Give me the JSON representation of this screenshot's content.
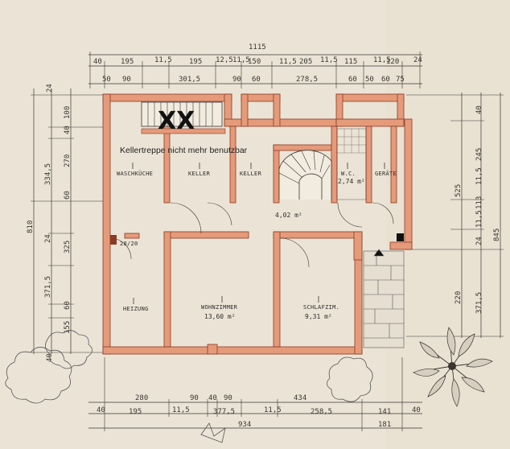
{
  "plan": {
    "note": "Kellertreppe nicht mehr benutzbar",
    "marks": "XX",
    "rooms": {
      "waschkueche": "WASCHKÜCHE",
      "keller1": "KELLER",
      "keller2": "KELLER",
      "wc": "W.C.",
      "wc_area": "2,74 m²",
      "geraete": "GERÄTE",
      "flur_area": "4,02 m²",
      "heizung": "HEIZUNG",
      "wohnzimmer": "WOHNZIMMER",
      "wohnzimmer_area": "13,60 m²",
      "schlafzim": "SCHLAFZIM.",
      "schlafzim_area": "9,31 m²",
      "chimney": "20/20"
    },
    "dims_top": {
      "total": "1115",
      "r1": [
        "40",
        "195",
        "11,5",
        "195",
        "12,5",
        "11,5",
        "150",
        "11,5",
        "205",
        "11,5",
        "115",
        "11,5",
        "120",
        "24"
      ],
      "r2": [
        "50",
        "90",
        "301,5",
        "90",
        "60",
        "278,5",
        "60",
        "50",
        "60",
        "75"
      ]
    },
    "dims_bottom": {
      "r1": [
        "280",
        "90",
        "40",
        "90",
        "434"
      ],
      "r2": [
        "40",
        "195",
        "11,5",
        "377,5",
        "11,5",
        "258,5",
        "141",
        "40"
      ],
      "r3": [
        "934",
        "181"
      ]
    },
    "dims_left": {
      "total": "810",
      "outer": [
        "334,5",
        "24",
        "371,5"
      ],
      "inner": [
        "24",
        "100",
        "40",
        "270",
        "60",
        "325",
        "60",
        "155",
        "40"
      ]
    },
    "dims_right": {
      "total": "845",
      "outer": [
        "525",
        "220"
      ],
      "inner": [
        "40",
        "245",
        "11,5",
        "113",
        "11,5",
        "24",
        "371,5"
      ]
    }
  }
}
